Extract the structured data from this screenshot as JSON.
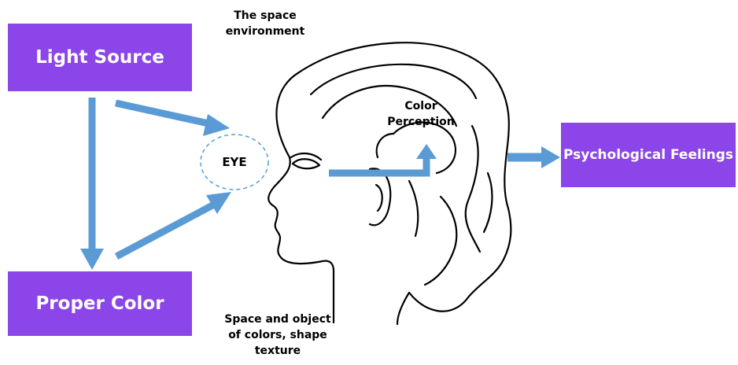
{
  "boxes": {
    "light_source": "Light Source",
    "proper_color": "Proper Color",
    "psychological_feelings": "Psychological Feelings"
  },
  "labels": {
    "space_environment": "The space environment",
    "space_objects": "Space and object of colors, shape texture",
    "color_perception": "Color Perception",
    "eye": "EYE"
  },
  "colors": {
    "box_fill": "#8b45e8",
    "arrow": "#5b9bd5",
    "eye_outline": "#5b9bd5"
  }
}
